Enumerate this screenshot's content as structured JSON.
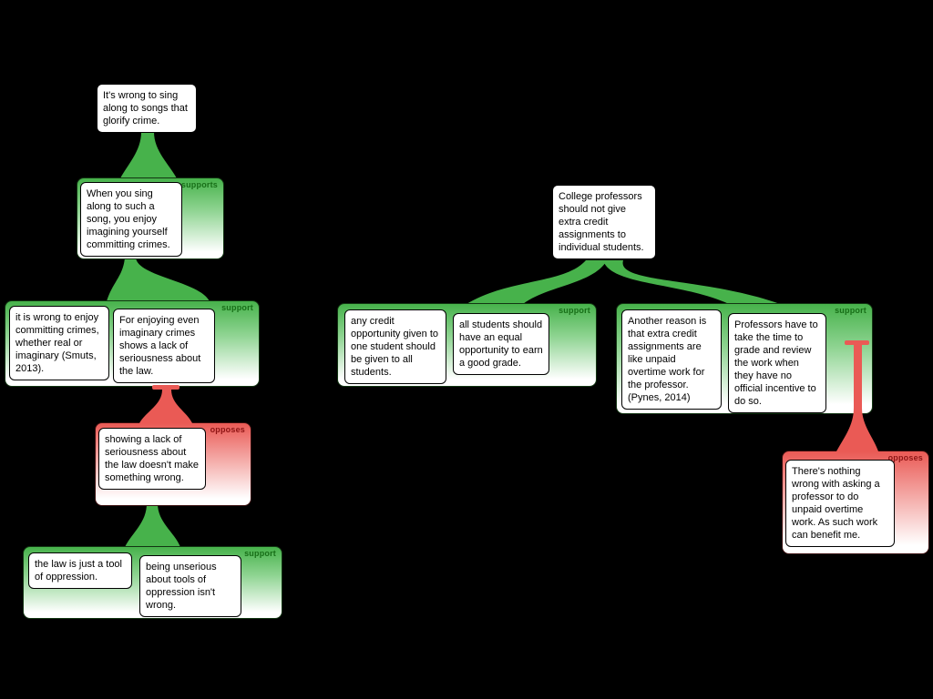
{
  "diagram": {
    "edge_labels": {
      "supports": "supports",
      "support": "support",
      "opposes": "opposes"
    },
    "colors": {
      "background": "#000000",
      "support_edge": "#47b24b",
      "oppose_edge": "#ea5a55",
      "support_label_text": "#176e17",
      "oppose_label_text": "#8e1414",
      "statement_background": "#ffffff"
    },
    "statements": {
      "sing_thesis": "It's wrong to sing along to songs that glorify crime.",
      "sing_enjoy": "When you sing along to such a song, you enjoy imagining yourself committing crimes.",
      "wrong_enjoy": "it is wrong to enjoy committing crimes, whether real or imaginary (Smuts, 2013).",
      "lack_seriousness": "For enjoying even imaginary crimes shows a lack of seriousness about the law.",
      "seriousness_objection": "showing a lack of seriousness about the law doesn't make something wrong.",
      "law_tool": "the law is just a tool of oppression.",
      "unserious_ok": "being unserious about tools of oppression isn't wrong.",
      "professor_thesis": "College professors should not give extra credit assignments to individual students.",
      "equal_credit": "any credit opportunity given to one student should be given to all students.",
      "equal_opportunity": "all students should have an equal opportunity to earn a good grade.",
      "unpaid_overtime": "Another reason is that extra credit assignments are like unpaid overtime work for the professor. (Pynes, 2014)",
      "grading_time": "Professors have to take the time to grade and review the work when they have no official incentive to do so.",
      "overtime_objection": "There's nothing wrong with asking a professor to do unpaid overtime work. As such work can benefit me."
    }
  }
}
